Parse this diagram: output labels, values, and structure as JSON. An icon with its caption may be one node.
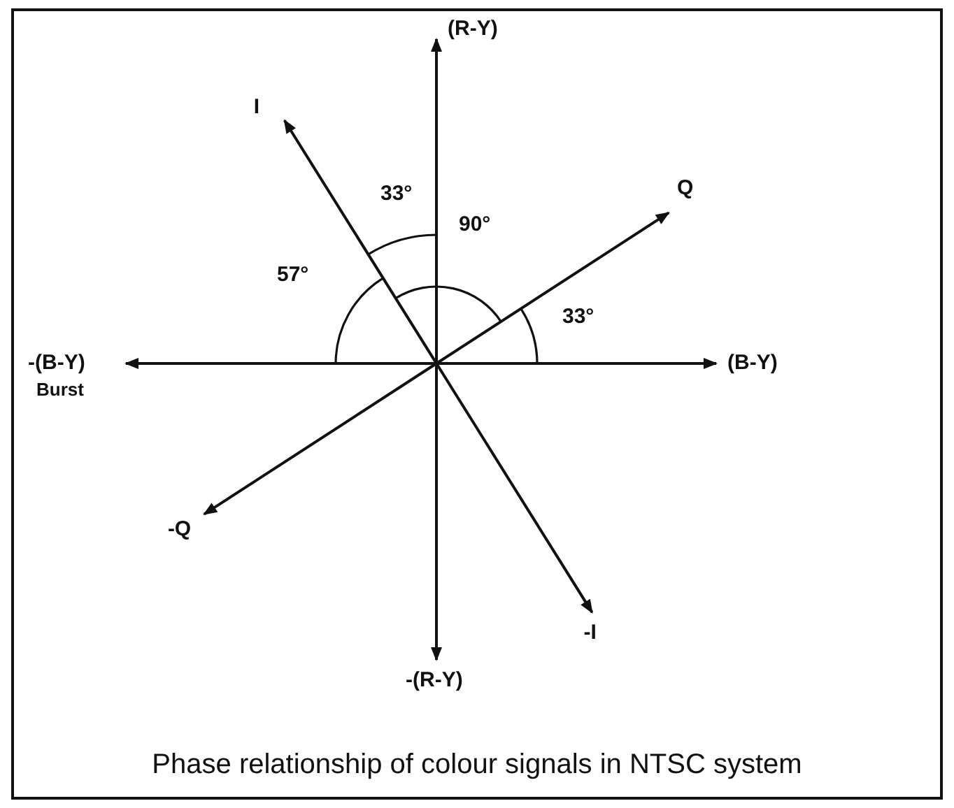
{
  "diagram": {
    "caption": "Phase relationship of colour signals in NTSC system",
    "nodes": [
      {
        "text": [
          "(R-Y)"
        ]
      },
      {
        "text": [
          "I"
        ]
      },
      {
        "text": [
          "Q"
        ]
      },
      {
        "text": [
          "-(B-Y)"
        ],
        "beside": [
          "Burst"
        ]
      },
      {
        "text": [
          "(B-Y)"
        ]
      },
      {
        "text": [
          "-Q"
        ]
      },
      {
        "text": [
          "-I"
        ]
      },
      {
        "text": [
          "-(R-Y)"
        ]
      }
    ],
    "edges": [
      {
        "from": null,
        "to": 0,
        "arrow": "to"
      },
      {
        "from": null,
        "to": 1,
        "arrow": "to"
      },
      {
        "from": null,
        "to": 2,
        "arrow": "to"
      },
      {
        "from": null,
        "to": 3,
        "arrow": "to"
      },
      {
        "from": null,
        "to": 4,
        "arrow": "to"
      },
      {
        "from": null,
        "to": 5,
        "arrow": "to"
      },
      {
        "from": null,
        "to": 6,
        "arrow": "to"
      },
      {
        "from": null,
        "to": 7,
        "arrow": "to"
      }
    ],
    "labels": [
      "33°",
      "90°",
      "57°",
      "33°"
    ]
  }
}
